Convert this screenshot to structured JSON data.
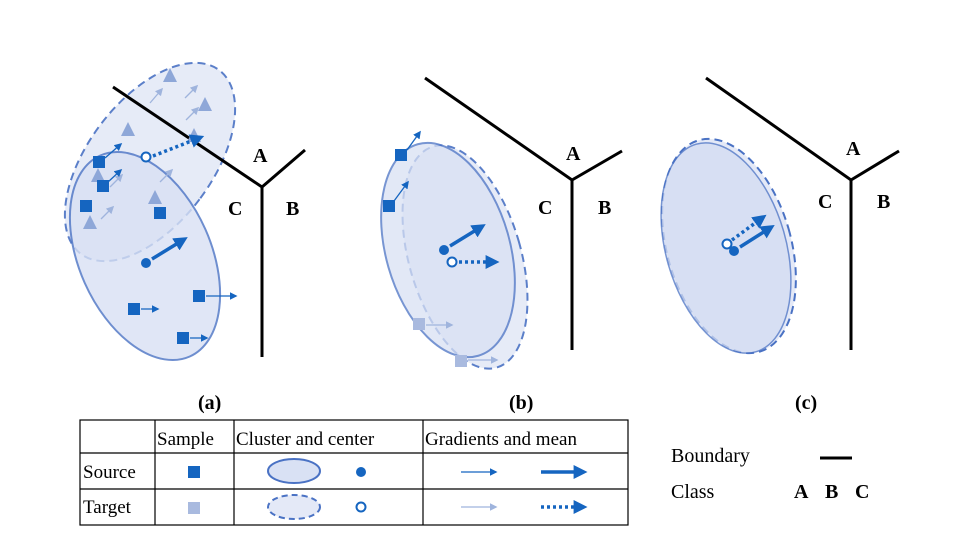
{
  "panels": {
    "a": {
      "caption": "(a)",
      "classes": [
        "A",
        "B",
        "C"
      ]
    },
    "b": {
      "caption": "(b)",
      "classes": [
        "A",
        "B",
        "C"
      ]
    },
    "c": {
      "caption": "(c)",
      "classes": [
        "A",
        "B",
        "C"
      ]
    }
  },
  "table": {
    "headers": [
      "Sample",
      "Cluster and center",
      "Gradients and mean"
    ],
    "rows": [
      "Source",
      "Target"
    ]
  },
  "legend": {
    "boundary_label": "Boundary",
    "class_label": "Class",
    "classes": [
      "A",
      "B",
      "C"
    ]
  },
  "colors": {
    "source": "#1565c0",
    "target": "#9fb4dd",
    "cluster_fill": "#dfe5f5",
    "boundary": "#000000"
  }
}
